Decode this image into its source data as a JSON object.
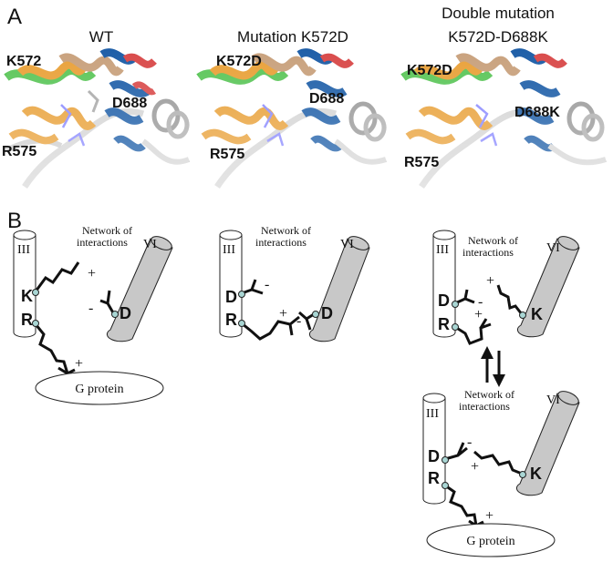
{
  "panel_a": {
    "letter": "A",
    "structures": [
      {
        "title_lines": [
          "WT"
        ],
        "label_top": "K572",
        "label_mid": "D688",
        "label_bottom": "R575"
      },
      {
        "title_lines": [
          "Mutation K572D"
        ],
        "label_top": "K572D",
        "label_mid": "D688",
        "label_bottom": "R575"
      },
      {
        "title_lines": [
          "Double mutation",
          "K572D-D688K"
        ],
        "label_top": "K572D",
        "label_mid": "D688K",
        "label_bottom": "R575"
      }
    ]
  },
  "panel_b": {
    "letter": "B",
    "helix_left": "III",
    "helix_right": "VI",
    "network_line1": "Network of",
    "network_line2": "interactions",
    "g_protein": "G protein",
    "plus": "+",
    "minus": "-",
    "residue_r": "R",
    "wt": {
      "top_residue": "K",
      "right_residue": "D"
    },
    "single": {
      "top_residue": "D",
      "right_residue": "D"
    },
    "double_top": {
      "top_residue": "D",
      "right_residue": "K"
    },
    "double_bottom": {
      "top_residue": "D",
      "right_residue": "K"
    }
  },
  "colors": {
    "helix_orange": "#e9a23b",
    "helix_tan": "#c9a27e",
    "helix_green": "#5cc65a",
    "helix_blue": "#1f5fa8",
    "helix_red": "#d94b4b",
    "helix_grey": "#b8b8b8",
    "tube_fill": "#c8c8c8",
    "node_fill": "#a9d6d4"
  }
}
